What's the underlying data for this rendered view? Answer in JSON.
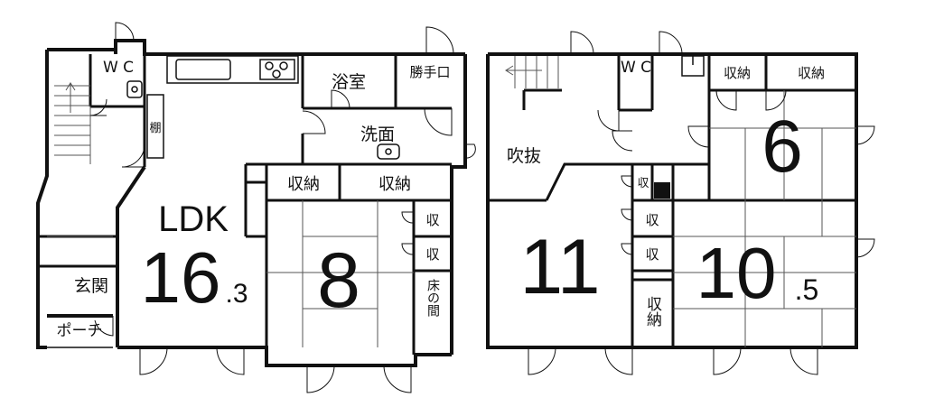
{
  "colors": {
    "wall": "#111111",
    "thin": "#555555",
    "background": "#ffffff"
  },
  "floor1": {
    "wc": "W C",
    "bath": "浴室",
    "back_door": "勝手口",
    "washroom": "洗面",
    "shelf": "棚",
    "storage_a": "収納",
    "storage_b": "収納",
    "closet_a": "収",
    "closet_b": "収",
    "tokonoma": "床の間",
    "ldk_label": "LDK",
    "ldk_size_int": "16",
    "ldk_size_dec": ".3",
    "washitsu_size": "8",
    "entrance": "玄関",
    "porch": "ポーチ"
  },
  "floor2": {
    "wc": "W C",
    "storage_a": "収納",
    "storage_b": "収納",
    "void": "吹抜",
    "room_6": "6",
    "closet_small": "収",
    "closet_a": "収",
    "closet_b": "収",
    "storage_c": "収納",
    "room_11": "11",
    "room_10_int": "10",
    "room_10_dec": ".5"
  }
}
